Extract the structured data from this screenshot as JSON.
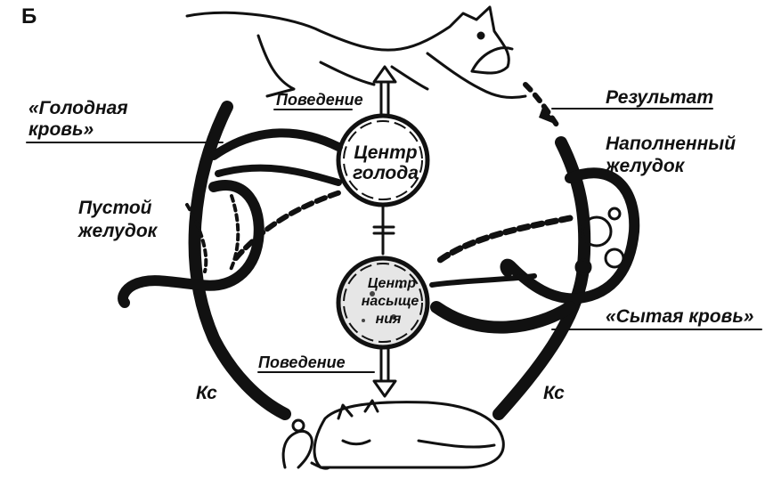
{
  "panel_letter": "Б",
  "labels": {
    "hungry_blood": [
      "«Голодная",
      "кровь»"
    ],
    "empty_stomach": [
      "Пустой",
      "желудок"
    ],
    "full_stomach": [
      "Наполненный",
      "желудок"
    ],
    "result": "Результат",
    "sated_blood": "«Сытая кровь»",
    "behavior_top": "Поведение",
    "behavior_bottom": "Поведение",
    "ks_left": "Кс",
    "ks_right": "Кс"
  },
  "centers": {
    "hunger": [
      "Центр",
      "голода"
    ],
    "satiety": [
      "Центр",
      "насыще",
      "ния"
    ]
  }
}
